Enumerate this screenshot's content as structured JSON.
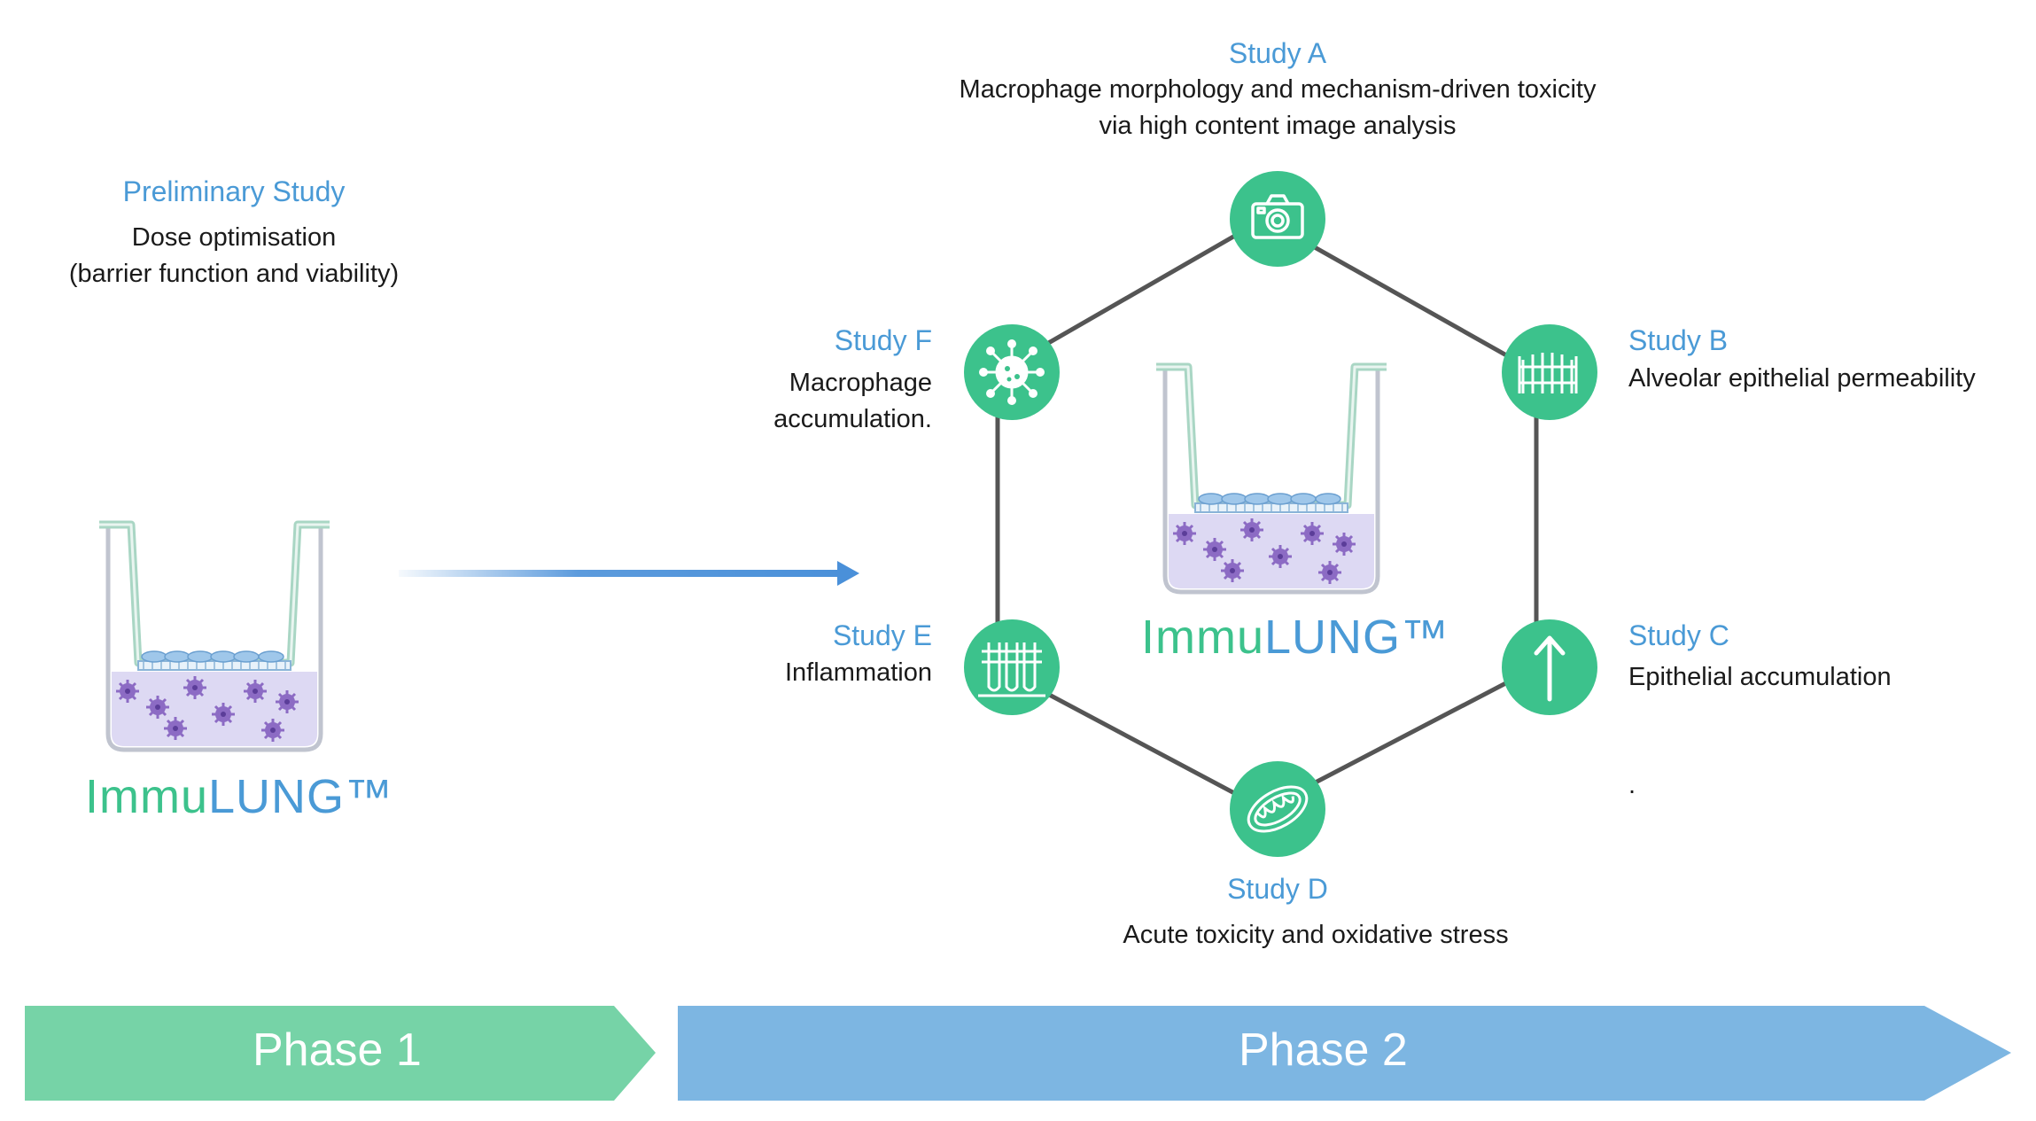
{
  "preliminary": {
    "title": "Preliminary Study",
    "line1": "Dose optimisation",
    "line2": "(barrier function and viability)"
  },
  "studies": {
    "a": {
      "title": "Study A",
      "line1": "Macrophage morphology and mechanism-driven toxicity",
      "line2": "via high content image analysis",
      "icon": "camera-icon"
    },
    "b": {
      "title": "Study B",
      "line1": "Alveolar epithelial  permeability",
      "icon": "fence-icon"
    },
    "c": {
      "title": "Study C",
      "line1": "Epithelial  accumulation",
      "line2": ".",
      "icon": "arrow-up-icon"
    },
    "d": {
      "title": "Study D",
      "line1": "Acute toxicity and oxidative stress",
      "icon": "mitochondria-icon"
    },
    "e": {
      "title": "Study E",
      "line1": "Inflammation",
      "icon": "test-tubes-icon"
    },
    "f": {
      "title": "Study F",
      "line1": "Macrophage",
      "line2": "accumulation.",
      "icon": "virus-icon"
    }
  },
  "brand": {
    "part1": "Immu",
    "part2": "LUNG",
    "tm": "™"
  },
  "phases": {
    "phase1": "Phase 1",
    "phase2": "Phase 2"
  },
  "colors": {
    "blue_text": "#4a9ad6",
    "green_node": "#3cc28c",
    "phase1": "#76d3a7",
    "phase2": "#7db6e2",
    "hex_line": "#555555",
    "medium": "#ddd9f3"
  }
}
